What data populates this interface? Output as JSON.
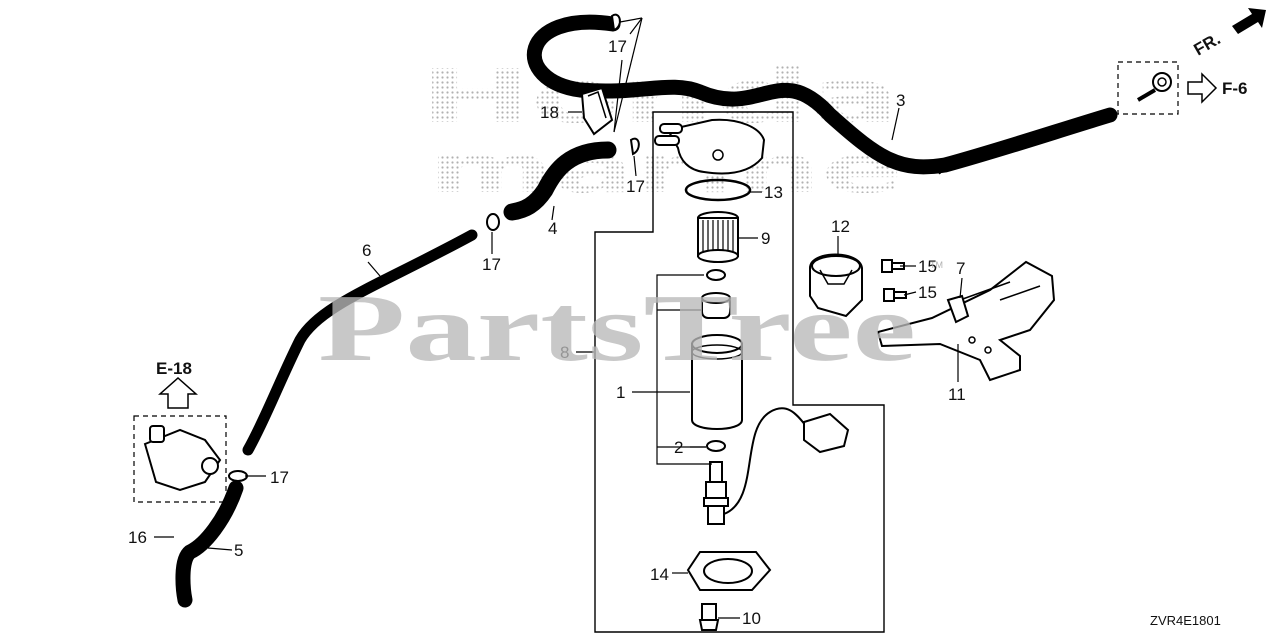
{
  "diagram": {
    "watermark_back": [
      "Honda",
      "marine"
    ],
    "watermark_main": "PartsTree",
    "tm": "TM",
    "orientation_label": "FR.",
    "refs": {
      "e18": "E-18",
      "f6": "F-6"
    },
    "callouts": {
      "c1": "1",
      "c2": "2",
      "c3": "3",
      "c4": "4",
      "c5": "5",
      "c6": "6",
      "c7": "7",
      "c8": "8",
      "c9": "9",
      "c10": "10",
      "c11": "11",
      "c12": "12",
      "c13": "13",
      "c14": "14",
      "c15a": "15",
      "c15b": "15",
      "c16": "16",
      "c17a": "17",
      "c17b": "17",
      "c17c": "17",
      "c17d": "17",
      "c18": "18"
    },
    "diagram_code": "ZVR4E1801"
  }
}
